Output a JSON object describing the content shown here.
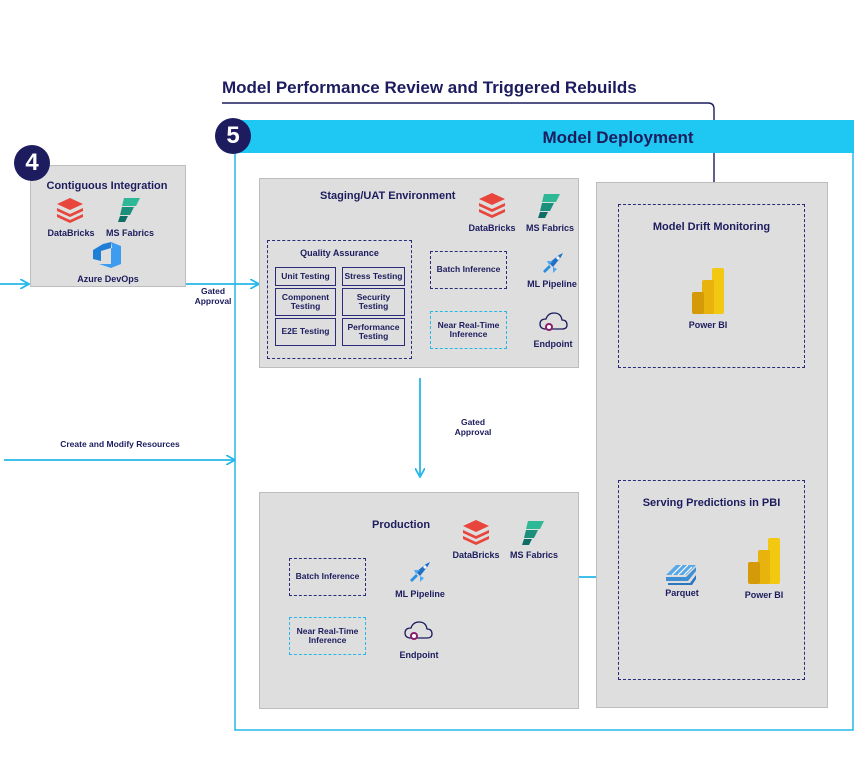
{
  "top_title": "Model Performance Review and Triggered Rebuilds",
  "step5": {
    "badge": "5",
    "banner_title": "Model Deployment"
  },
  "step4": {
    "badge": "4",
    "title": "Contiguous Integration",
    "databricks": "DataBricks",
    "fabrics": "MS Fabrics",
    "devops": "Azure DevOps"
  },
  "gated_approval_1": [
    "Gated",
    "Approval"
  ],
  "create_modify": "Create and Modify Resources",
  "staging": {
    "title": "Staging/UAT Environment",
    "databricks": "DataBricks",
    "fabrics": "MS Fabrics",
    "qa": {
      "title": "Quality Assurance",
      "unit": "Unit Testing",
      "stress": "Stress Testing",
      "component": [
        "Component",
        "Testing"
      ],
      "security": [
        "Security",
        "Testing"
      ],
      "e2e": "E2E Testing",
      "performance": [
        "Performance",
        "Testing"
      ]
    },
    "batch": "Batch Inference",
    "ml_pipeline": "ML Pipeline",
    "near_real_time": [
      "Near Real-Time",
      "Inference"
    ],
    "endpoint": "Endpoint"
  },
  "gated_approval_2": [
    "Gated",
    "Approval"
  ],
  "production": {
    "title": "Production",
    "databricks": "DataBricks",
    "fabrics": "MS Fabrics",
    "batch": "Batch Inference",
    "ml_pipeline": "ML Pipeline",
    "near_real_time": [
      "Near Real-Time",
      "Inference"
    ],
    "endpoint": "Endpoint"
  },
  "drift": {
    "title": "Model Drift Monitoring",
    "powerbi": "Power BI"
  },
  "serving": {
    "title": "Serving Predictions in PBI",
    "parquet": "Parquet",
    "powerbi": "Power BI"
  },
  "colors": {
    "navy": "#1c1c5e",
    "cyan": "#25b8e8",
    "banner": "#1ec8f2",
    "grey": "#dedede"
  }
}
